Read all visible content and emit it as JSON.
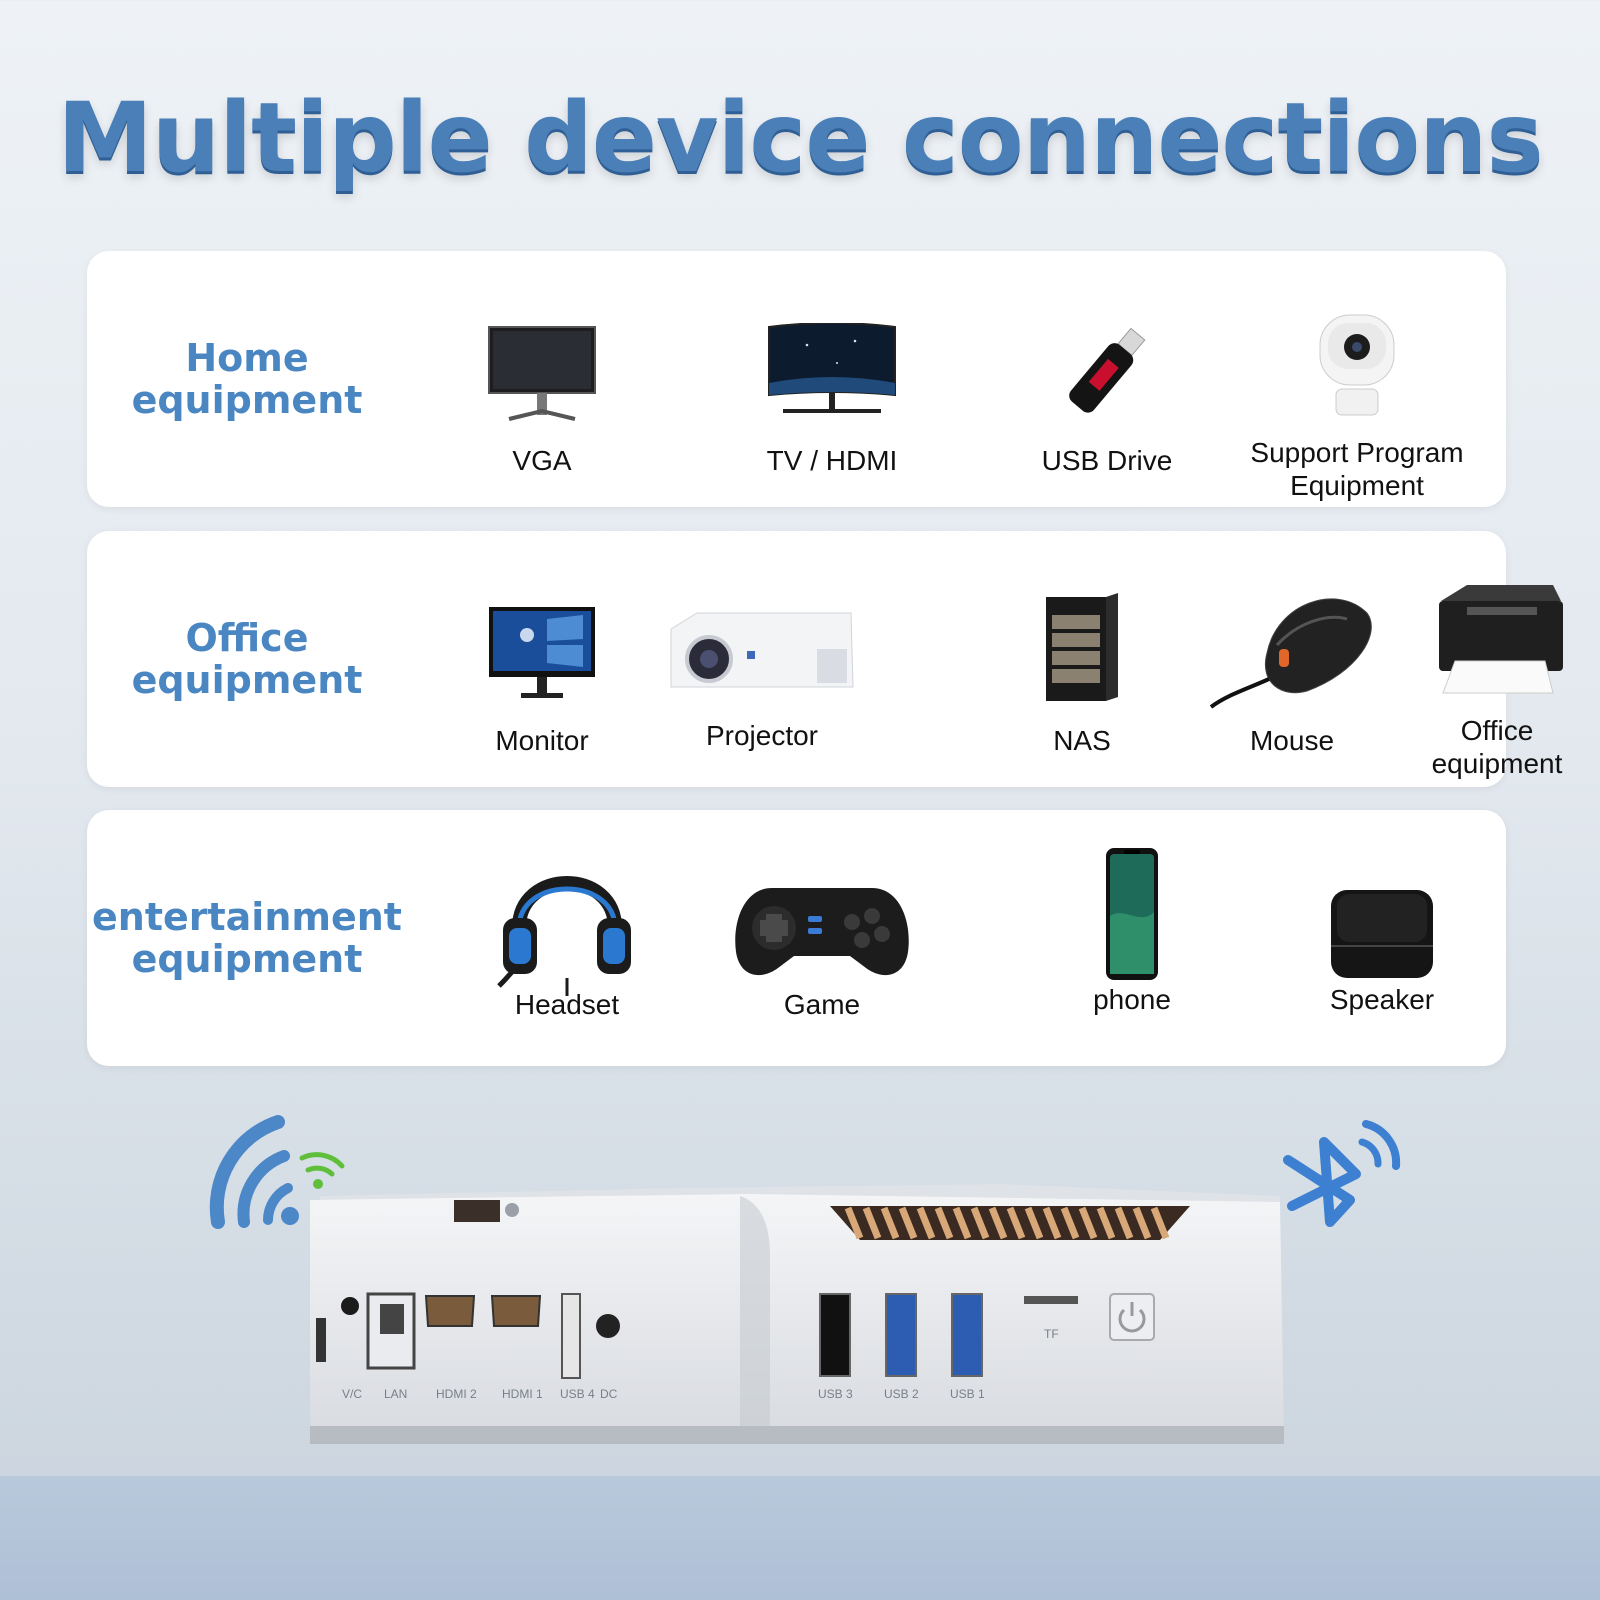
{
  "title": "Multiple device connections",
  "panels": [
    {
      "category": "Home\nequipment",
      "items": [
        {
          "label": "VGA",
          "icon": "vga-monitor-icon"
        },
        {
          "label": "TV / HDMI",
          "icon": "curved-tv-icon"
        },
        {
          "label": "USB Drive",
          "icon": "usb-drive-icon"
        },
        {
          "label": "Support Program\nEquipment",
          "icon": "security-camera-icon"
        }
      ]
    },
    {
      "category": "Office\nequipment",
      "items": [
        {
          "label": "Monitor",
          "icon": "monitor-icon"
        },
        {
          "label": "Projector",
          "icon": "projector-icon"
        },
        {
          "label": "NAS",
          "icon": "nas-icon"
        },
        {
          "label": "Mouse",
          "icon": "mouse-icon"
        },
        {
          "label": "Office\nequipment",
          "icon": "printer-icon"
        }
      ]
    },
    {
      "category": "entertainment\nequipment",
      "items": [
        {
          "label": "Headset",
          "icon": "headset-icon"
        },
        {
          "label": "Game",
          "icon": "gamepad-icon"
        },
        {
          "label": "phone",
          "icon": "phone-icon"
        },
        {
          "label": "Speaker",
          "icon": "speaker-icon"
        }
      ]
    }
  ],
  "device": {
    "ports_left": [
      "V/C",
      "LAN",
      "HDMI 2",
      "HDMI 1",
      "USB 4",
      "DC"
    ],
    "ports_right": [
      "USB 3",
      "USB 2",
      "USB 1",
      "TF"
    ],
    "icons": [
      "wifi-icon",
      "bluetooth-icon",
      "power-button-icon"
    ]
  },
  "colors": {
    "title": "#4a7fb8",
    "category": "#4a86c2",
    "accent_blue": "#3a7bd5"
  }
}
